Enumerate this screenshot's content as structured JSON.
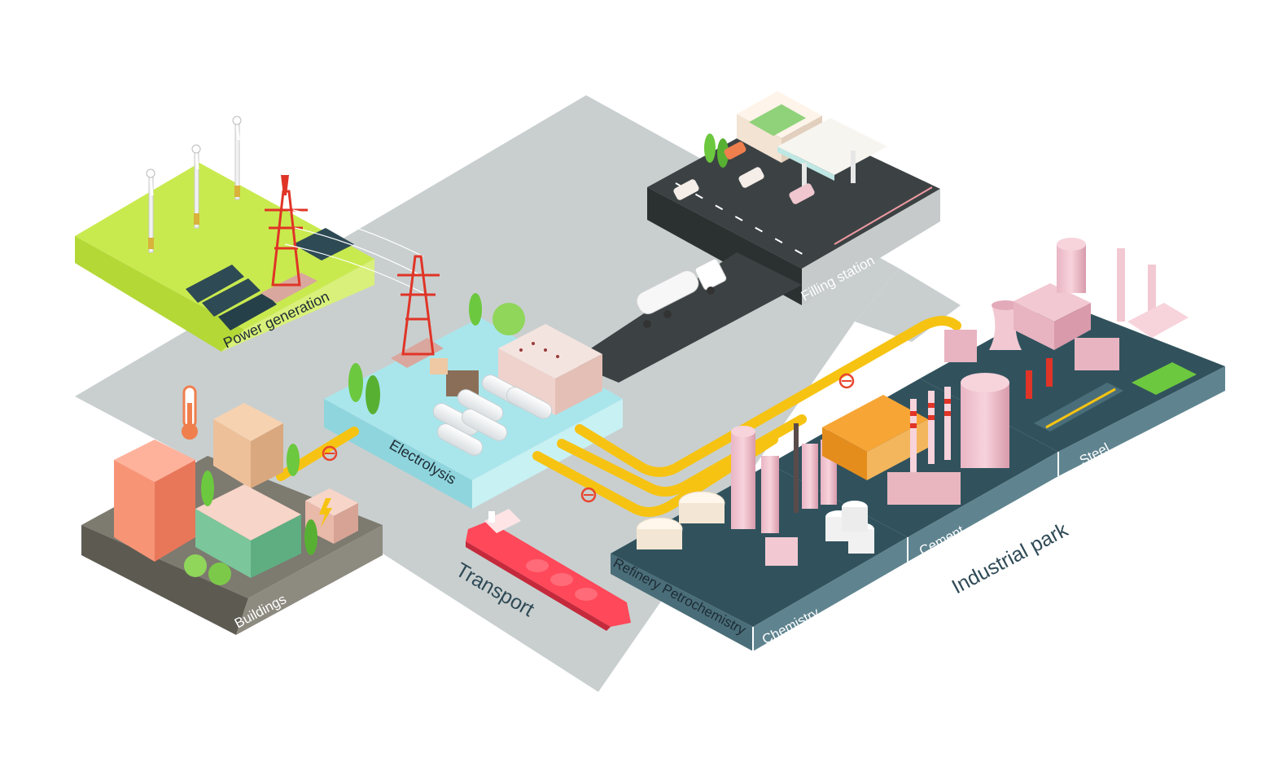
{
  "labels": {
    "power_generation": "Power generation",
    "filling_station": "Filling station",
    "electrolysis": "Electrolysis",
    "buildings": "Buildings",
    "transport": "Transport",
    "refinery_petrochemistry": "Refinery Petrochemistry",
    "chemistry": "Chemistry",
    "cement": "Cement",
    "steel": "Steel",
    "industrial_park": "Industrial park"
  },
  "colors": {
    "ground": "#c9cfcf",
    "grass": "#c9ea4e",
    "water": "#a9e6ec",
    "asphalt": "#3c4244",
    "industrial_base": "#31525d",
    "pipeline": "#f6c312",
    "valve": "#e8452e",
    "ship": "#ff4859",
    "pylon": "#e03427"
  },
  "icons": [
    "wind-turbine-icon",
    "solar-panel-icon",
    "power-pylon-icon",
    "hydrogen-tank-icon",
    "thermometer-icon",
    "lightning-icon",
    "tanker-truck-icon",
    "tanker-ship-icon",
    "valve-icon",
    "smokestack-icon"
  ]
}
